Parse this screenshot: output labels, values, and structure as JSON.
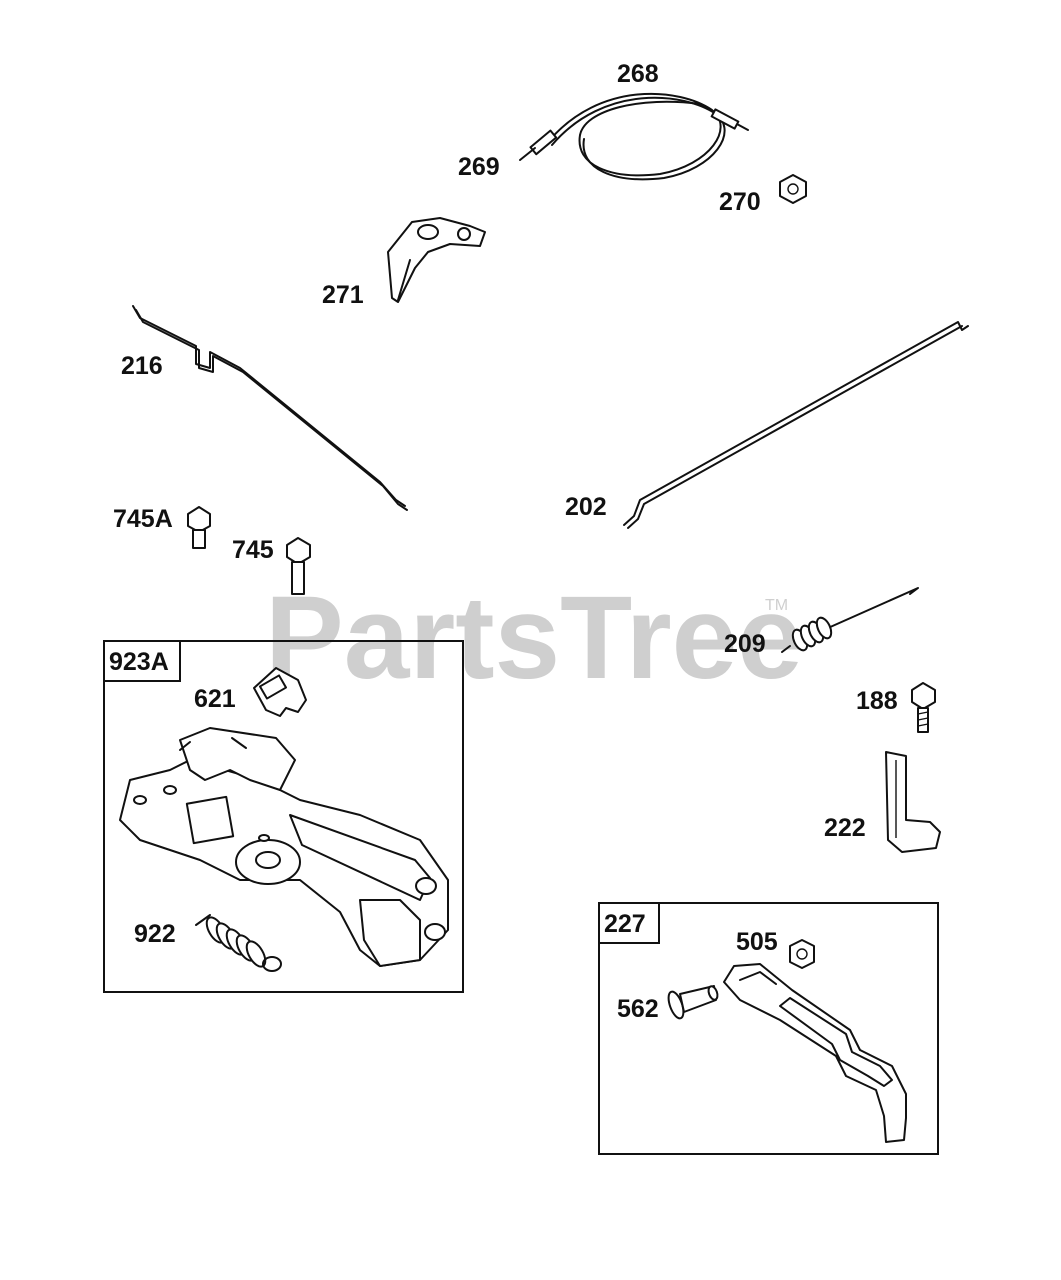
{
  "watermark": {
    "text": "PartsTree",
    "trademark": "TM"
  },
  "labels": {
    "p268": "268",
    "p269": "269",
    "p270": "270",
    "p271": "271",
    "p216": "216",
    "p202": "202",
    "p745a": "745A",
    "p745": "745",
    "p209": "209",
    "p188": "188",
    "p222": "222",
    "p621": "621",
    "p922": "922",
    "p505": "505",
    "p562": "562"
  },
  "boxes": {
    "governor_control": {
      "label": "923A"
    },
    "control_lever": {
      "label": "227"
    }
  },
  "colors": {
    "ink": "#111111",
    "watermark": "#cfcfcf",
    "background": "#ffffff"
  }
}
